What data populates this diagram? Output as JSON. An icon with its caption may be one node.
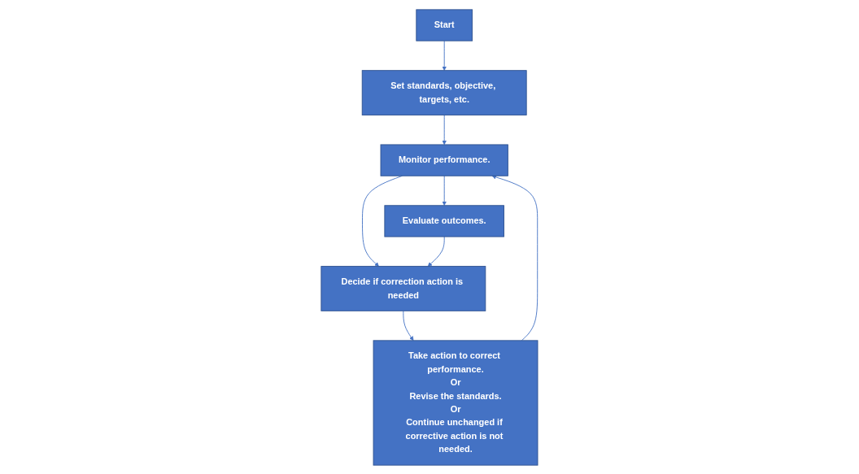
{
  "diagram": {
    "nodes": [
      {
        "text": [
          "Start"
        ]
      },
      {
        "text": [
          "Set standards, objective, targets, etc."
        ]
      },
      {
        "text": [
          "Take action to correct performance.",
          "Or",
          "Revise the standards.",
          "Or",
          "Continue unchanged if corrective action is not needed."
        ]
      },
      {
        "text": [
          "Monitor performance."
        ]
      },
      {
        "text": [
          "Evaluate outcomes."
        ]
      },
      {
        "text": [
          "Decide if correction action is needed"
        ]
      }
    ],
    "edges": [
      {
        "from": 0,
        "to": 1,
        "arrow": "to"
      },
      {
        "from": 1,
        "to": 3,
        "arrow": "to"
      },
      {
        "from": 2,
        "to": 3,
        "arrow": "to"
      },
      {
        "from": 3,
        "to": 4,
        "arrow": "to"
      },
      {
        "from": 3,
        "to": 5,
        "arrow": "to"
      },
      {
        "from": 4,
        "to": 5,
        "arrow": "to"
      },
      {
        "from": 5,
        "to": 2,
        "arrow": "to"
      }
    ]
  }
}
